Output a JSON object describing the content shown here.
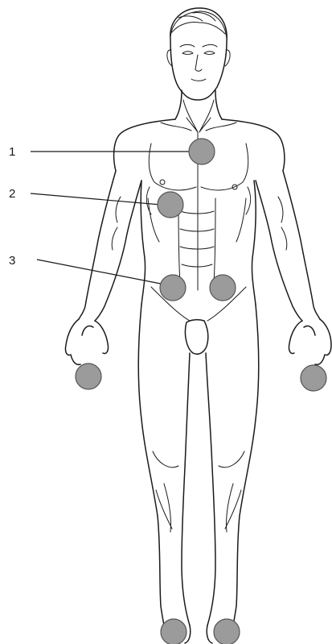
{
  "labels": [
    "1",
    "2",
    "3"
  ],
  "colors": {
    "marker_fill": "#9b9b9b",
    "marker_stroke": "#555555",
    "line": "#1a1a1a"
  }
}
